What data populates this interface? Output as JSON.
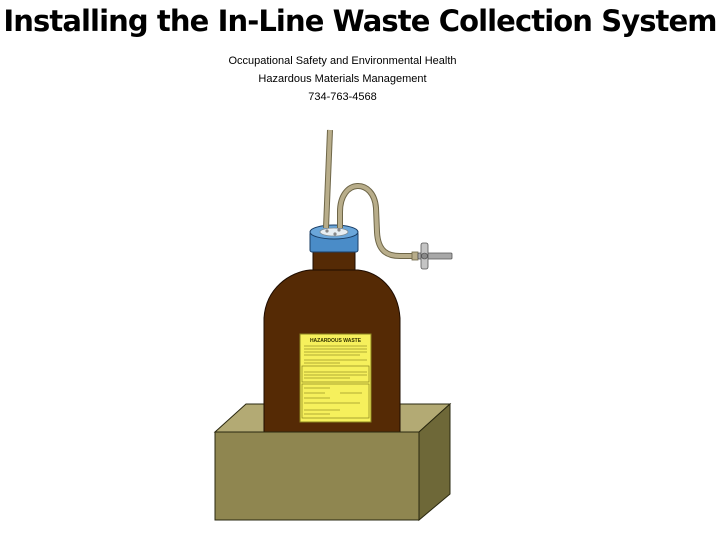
{
  "title": "Installing the In-Line Waste Collection System",
  "subtitle": {
    "line1": "Occupational Safety and Environmental Health",
    "line2": "Hazardous Materials Management",
    "line3": "734-763-4568"
  },
  "waste_label": {
    "heading": "HAZARDOUS WASTE"
  },
  "colors": {
    "bottle": "#552a05",
    "cap": "#4a8cc8",
    "tubing": "#b8ad8a",
    "label": "#f6f05c",
    "box_front": "#8f8650",
    "box_top": "#b3aa74",
    "box_side": "#6e6838"
  }
}
